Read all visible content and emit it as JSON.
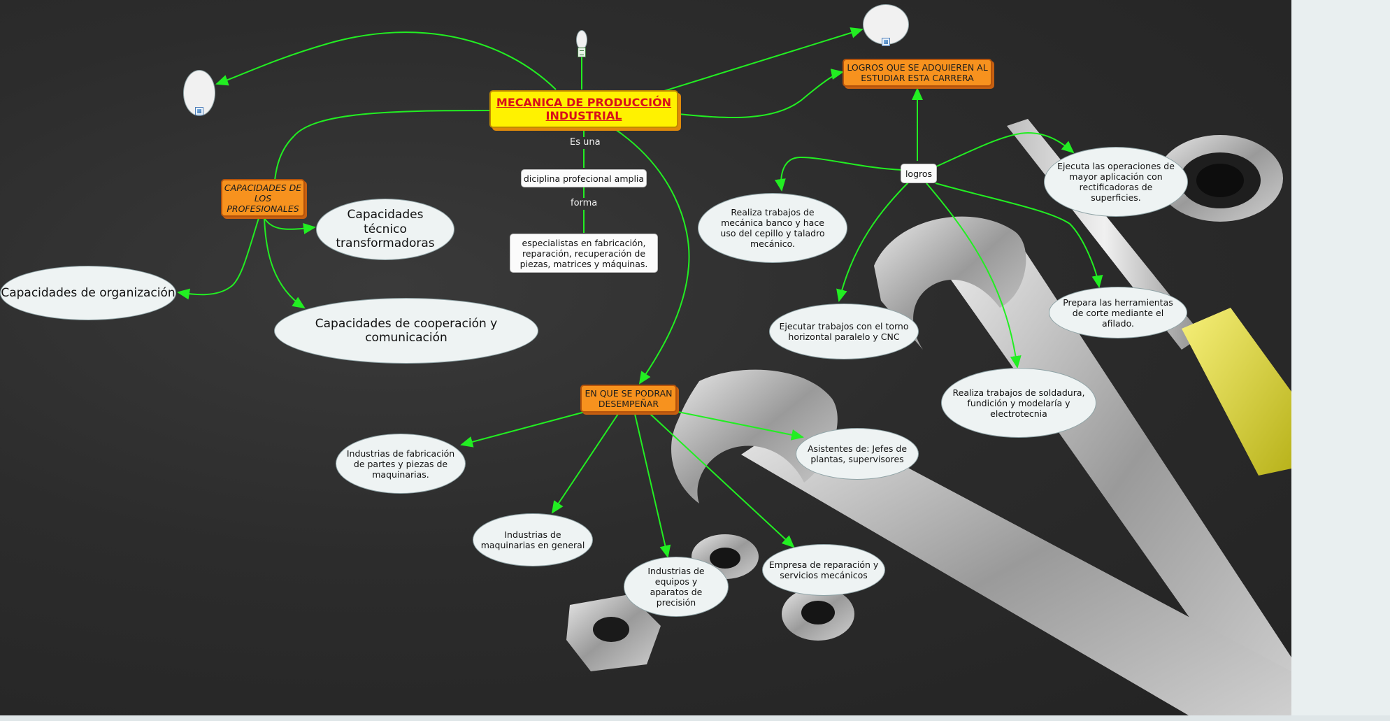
{
  "map": {
    "root": "MECANICA DE PRODUCCIÓN INDUSTRIAL",
    "logros_header": "LOGROS QUE SE ADQUIEREN AL ESTUDIAR ESTA CARRERA",
    "capacidades_header": "CAPACIDADES DE LOS PROFESIONALES",
    "desempenar_header": "EN QUE SE PODRAN DESEMPEÑAR",
    "link_es_una": "Es una",
    "disciplina": "diciplina profecional amplia",
    "link_forma": "forma",
    "especialistas": "especialistas en fabricación, reparación, recuperación de piezas, matrices y máquinas.",
    "logros_link": "logros",
    "logros": {
      "mecanica_banco": "Realiza trabajos de mecánica banco y hace uso del cepillo y taladro mecánico.",
      "operaciones": "Ejecuta las operaciones de mayor aplicación con rectificadoras de superficies.",
      "torno": "Ejecutar trabajos con el torno horizontal paralelo y CNC",
      "herramientas": "Prepara las herramientas de corte mediante el afilado.",
      "soldadura": "Realiza trabajos de soldadura, fundición y modelaría y electrotecnia"
    },
    "capacidades": {
      "tecnico": "Capacidades técnico transformadoras",
      "organizacion": "Capacidades de organización",
      "cooperacion": "Capacidades de cooperación y comunicación"
    },
    "desempenar": {
      "fabricacion": "Industrias de fabricación de partes y piezas de maquinarias.",
      "asistentes": "Asistentes de: Jefes de plantas, supervisores",
      "maquinarias": "Industrias de maquinarias en general",
      "equipos": "Industrias de equipos y aparatos de precisión",
      "empresa": "Empresa de reparación y servicios mecánicos"
    }
  },
  "colors": {
    "connector": "#22ee22",
    "orange_node": "#f7921e",
    "root_fill": "#fff200",
    "root_text": "#d8101a"
  }
}
